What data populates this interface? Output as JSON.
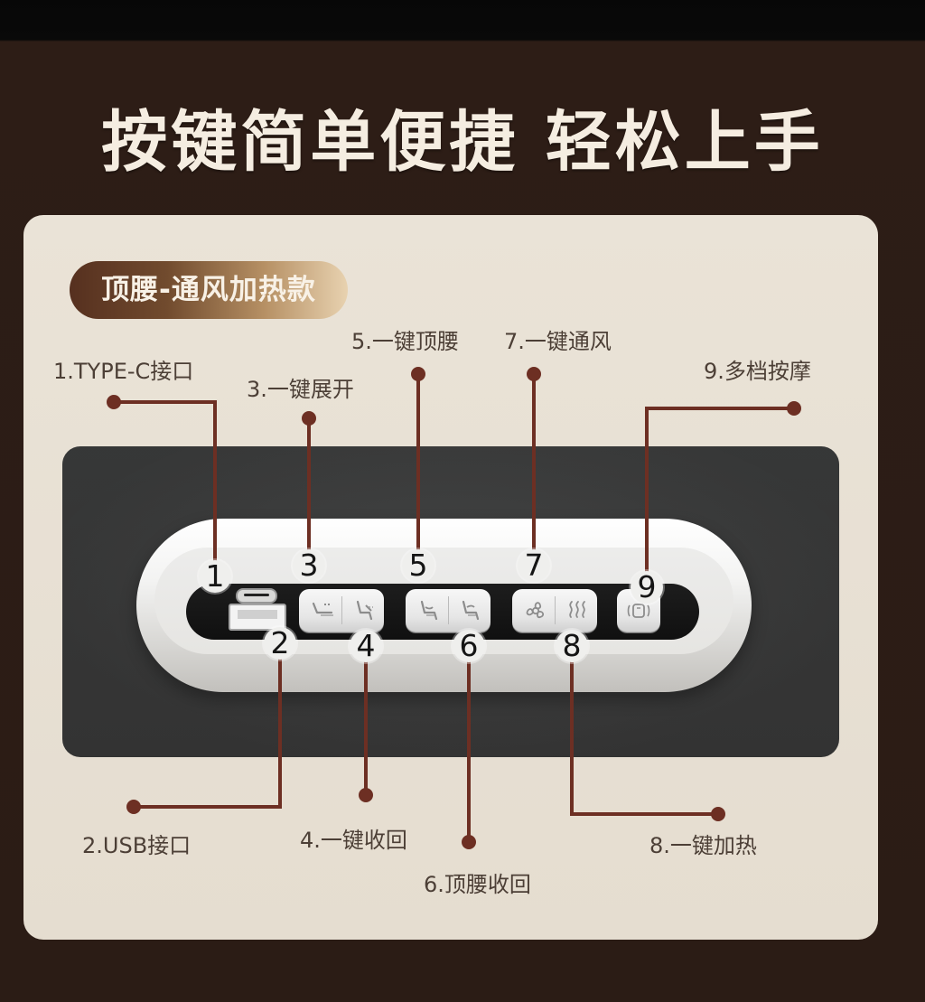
{
  "headline": "按键简单便捷 轻松上手",
  "model_badge": "顶腰-通风加热款",
  "numbers": [
    "1",
    "2",
    "3",
    "4",
    "5",
    "6",
    "7",
    "8",
    "9"
  ],
  "labels": [
    "1.TYPE-C接口",
    "2.USB接口",
    "3.一键展开",
    "4.一键收回",
    "5.一键顶腰",
    "6.顶腰收回",
    "7.一键通风",
    "8.一键加热",
    "9.多档按摩"
  ],
  "colors": {
    "background": "#2d1d16",
    "panel": "#e8e1d5",
    "callout": "#6d2f23",
    "label_text": "#4c3f36",
    "badge_start": "#56301f",
    "badge_end": "#e8d2b0"
  },
  "icons": [
    "type-c-port-icon",
    "usb-port-icon",
    "seat-unfold-icon",
    "seat-fold-icon",
    "lumbar-support-icon",
    "lumbar-retract-icon",
    "fan-icon",
    "heat-icon",
    "massage-icon"
  ]
}
